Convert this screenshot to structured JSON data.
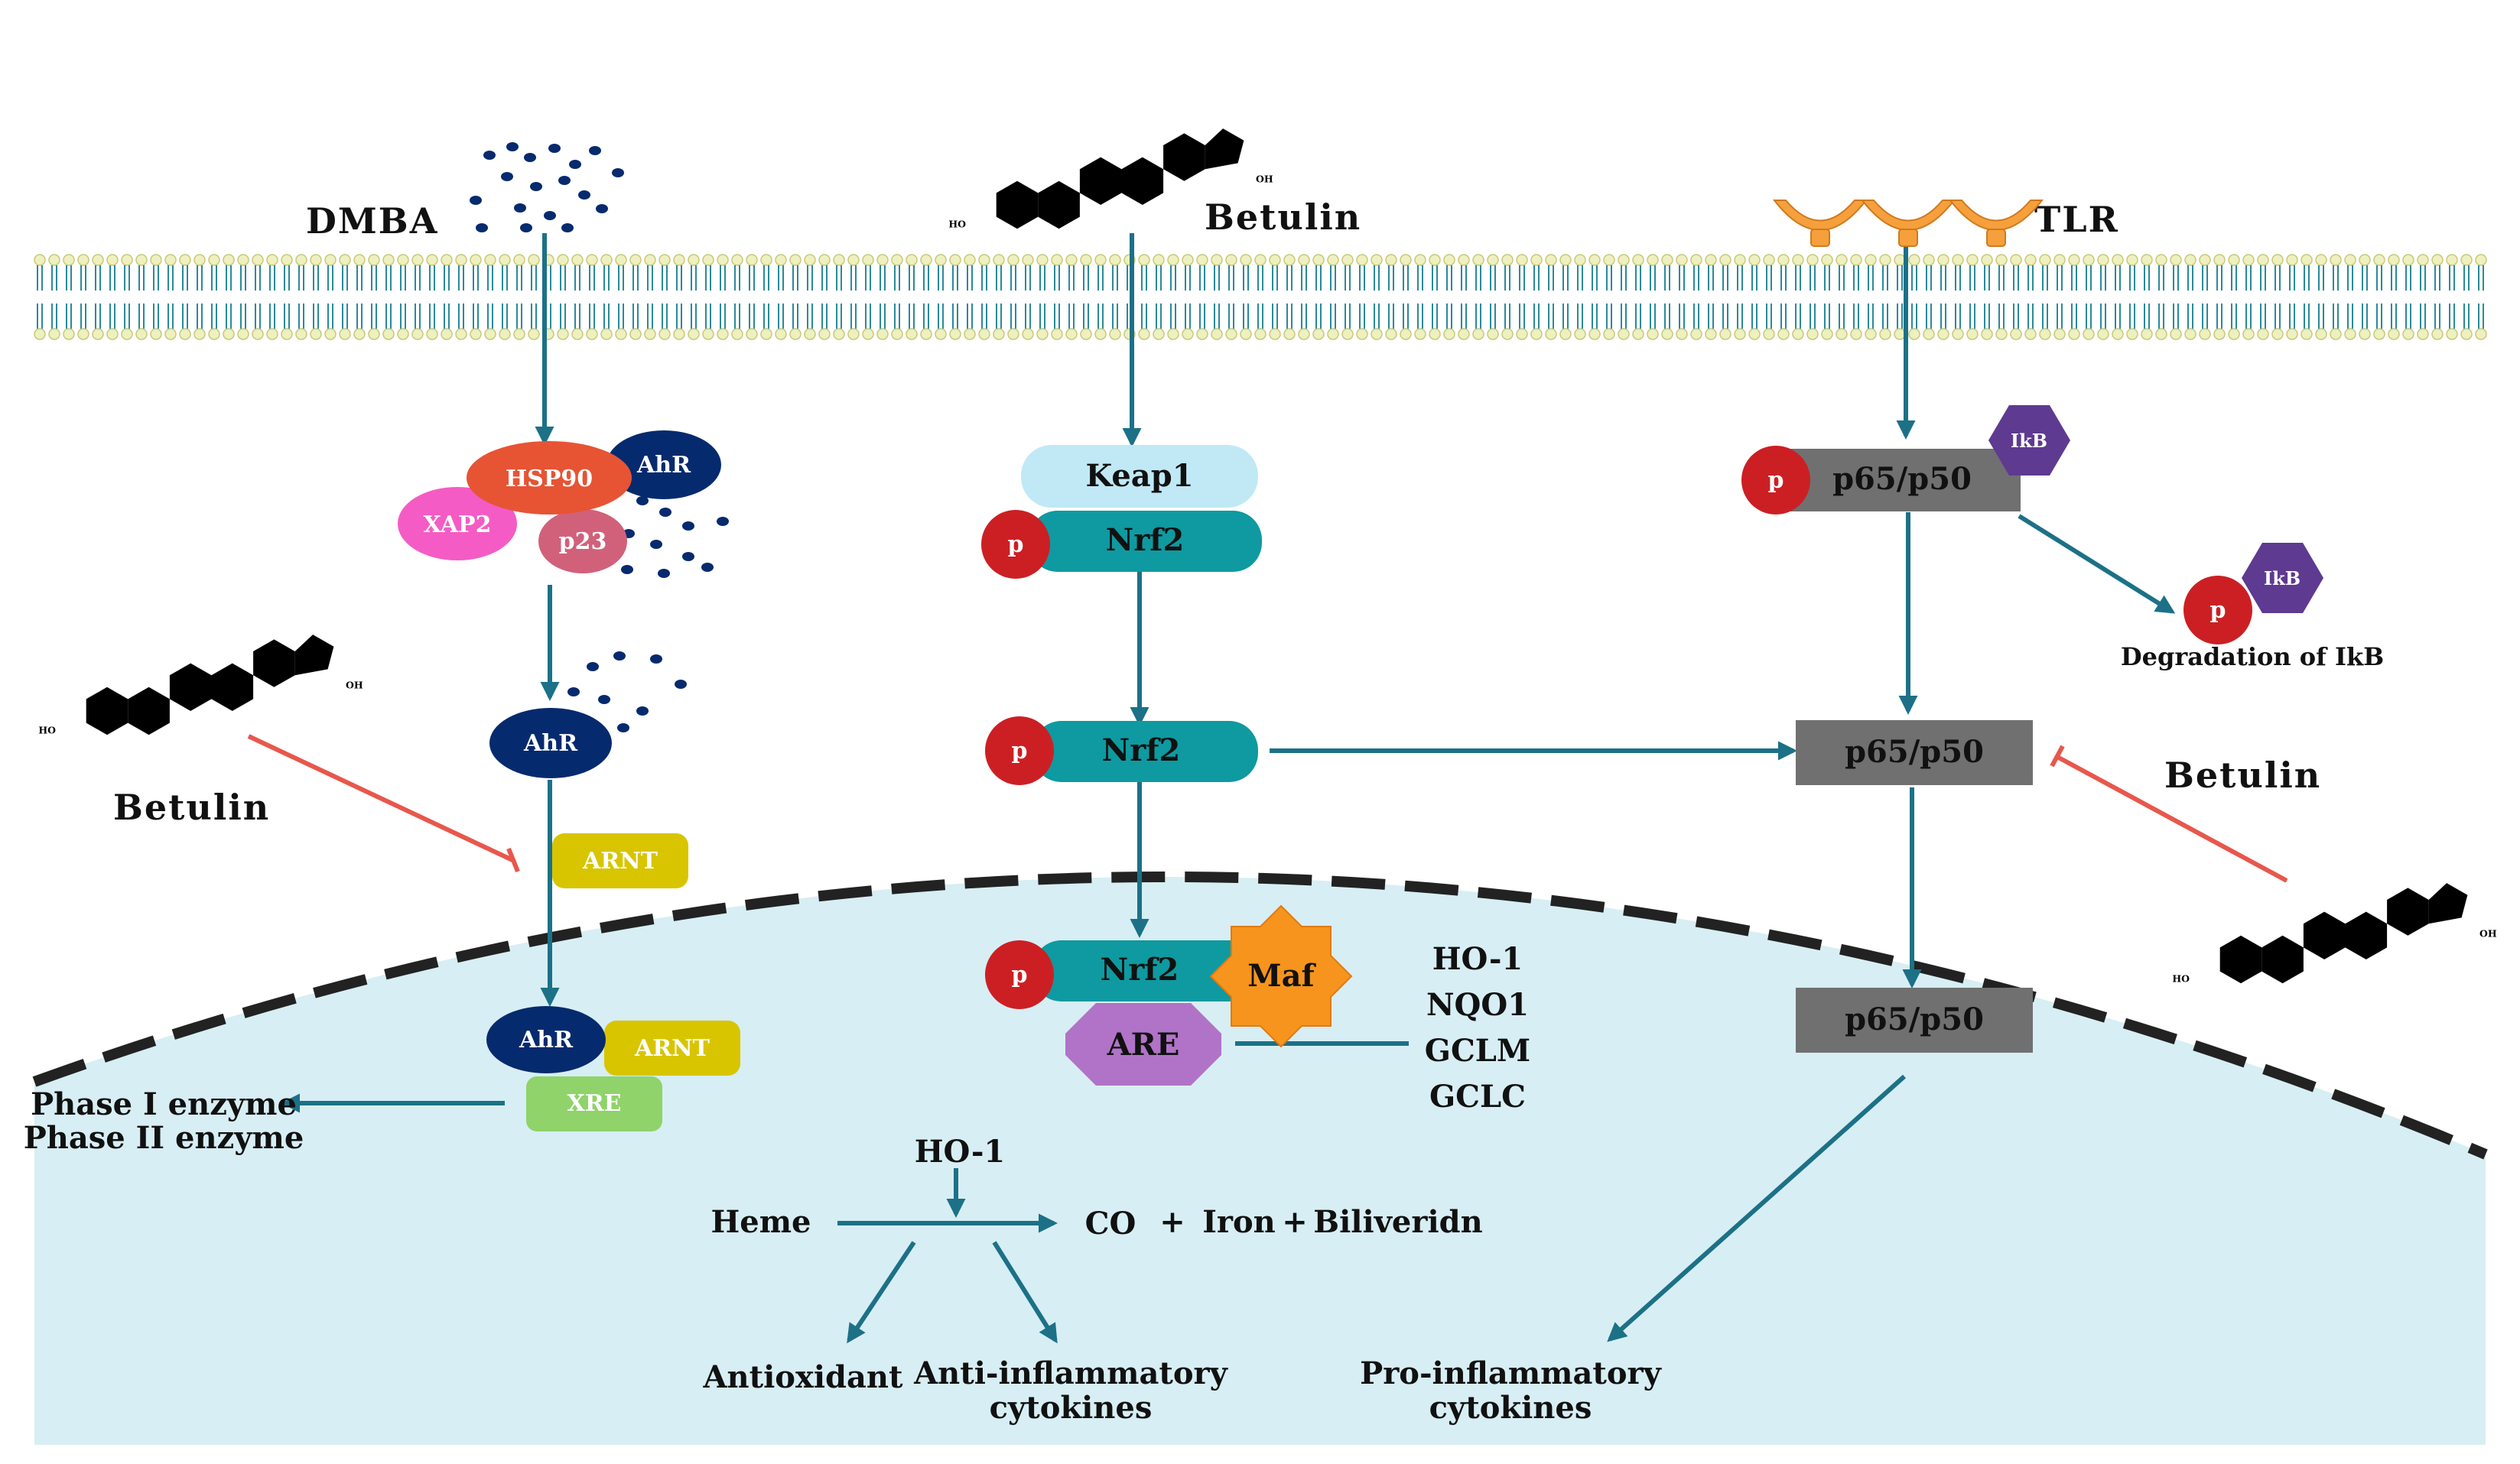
{
  "labels": {
    "dmba": "DMBA",
    "betulin_top": "Betulin",
    "tlr": "TLR",
    "betulin_left": "Betulin",
    "betulin_right": "Betulin",
    "oh": "OH",
    "ho": "HO"
  },
  "ahr_pathway": {
    "hsp90": "HSP90",
    "ahr": "AhR",
    "xap2": "XAP2",
    "p23": "p23",
    "ahr_free": "AhR",
    "arnt": "ARNT",
    "ahr_nuc": "AhR",
    "arnt_nuc": "ARNT",
    "xre": "XRE",
    "phase1": "Phase I enzyme",
    "phase2": "Phase II enzyme"
  },
  "nrf2_pathway": {
    "keap1": "Keap1",
    "p": "p",
    "nrf2": "Nrf2",
    "maf": "Maf",
    "are": "ARE",
    "genes": [
      "HO-1",
      "NQO1",
      "GCLM",
      "GCLC"
    ]
  },
  "heme_pathway": {
    "ho1": "HO-1",
    "heme": "Heme",
    "co": "CO",
    "plus": "+",
    "iron": "Iron",
    "biliverdin": "Biliveridn",
    "antioxidant": "Antioxidant",
    "anti_inflam_1": "Anti-inflammatory",
    "anti_inflam_2": "cytokines"
  },
  "nfkb_pathway": {
    "p65p50": "p65/p50",
    "ikb": "IkB",
    "p": "p",
    "degradation": "Degradation of IkB",
    "pro_inflam_1": "Pro-inflammatory",
    "pro_inflam_2": "cytokines"
  },
  "colors": {
    "teal": "#0e9aa0",
    "arrow": "#1c7187",
    "inhibit": "#e8574c",
    "red_p": "#cc1f23",
    "navy": "#062a6e",
    "grey": "#707070",
    "purple": "#5e3a91",
    "nucleus": "#d7eef4"
  }
}
